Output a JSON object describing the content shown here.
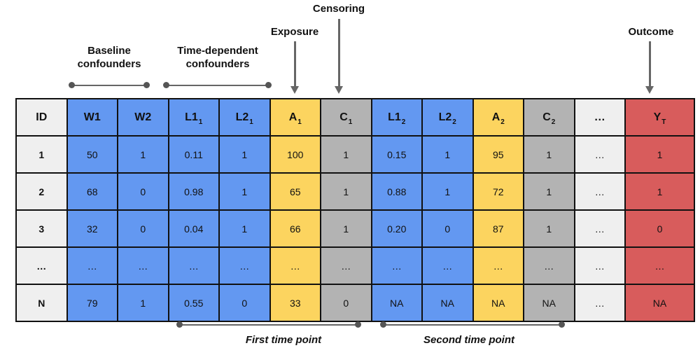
{
  "colors": {
    "blue": "#6398f1",
    "yellow": "#fcd45f",
    "gray": "#b3b3b3",
    "red": "#d85c5c",
    "light": "#efefef",
    "line_gray": "#666666",
    "dot_gray": "#555555",
    "border_black": "#111111"
  },
  "annotations": {
    "censoring": "Censoring",
    "exposure": "Exposure",
    "outcome": "Outcome",
    "baseline_confounders": "Baseline confounders",
    "time_dependent_confounders": "Time-dependent confounders",
    "first_time_point": "First time point",
    "second_time_point": "Second time point"
  },
  "table": {
    "columns": [
      {
        "base": "ID",
        "sub": "",
        "color": "light"
      },
      {
        "base": "W1",
        "sub": "",
        "color": "blue"
      },
      {
        "base": "W2",
        "sub": "",
        "color": "blue"
      },
      {
        "base": "L1",
        "sub": "1",
        "color": "blue"
      },
      {
        "base": "L2",
        "sub": "1",
        "color": "blue"
      },
      {
        "base": "A",
        "sub": "1",
        "color": "yellow"
      },
      {
        "base": "C",
        "sub": "1",
        "color": "gray"
      },
      {
        "base": "L1",
        "sub": "2",
        "color": "blue"
      },
      {
        "base": "L2",
        "sub": "2",
        "color": "blue"
      },
      {
        "base": "A",
        "sub": "2",
        "color": "yellow"
      },
      {
        "base": "C",
        "sub": "2",
        "color": "gray"
      },
      {
        "base": "…",
        "sub": "",
        "color": "light"
      },
      {
        "base": "Y",
        "sub": "T",
        "color": "red"
      }
    ],
    "rows": [
      {
        "cells": [
          "1",
          "50",
          "1",
          "0.11",
          "1",
          "100",
          "1",
          "0.15",
          "1",
          "95",
          "1",
          "…",
          "1"
        ]
      },
      {
        "cells": [
          "2",
          "68",
          "0",
          "0.98",
          "1",
          "65",
          "1",
          "0.88",
          "1",
          "72",
          "1",
          "…",
          "1"
        ]
      },
      {
        "cells": [
          "3",
          "32",
          "0",
          "0.04",
          "1",
          "66",
          "1",
          "0.20",
          "0",
          "87",
          "1",
          "…",
          "0"
        ]
      },
      {
        "cells": [
          "…",
          "…",
          "…",
          "…",
          "…",
          "…",
          "…",
          "…",
          "…",
          "…",
          "…",
          "…",
          "…"
        ]
      },
      {
        "cells": [
          "N",
          "79",
          "1",
          "0.55",
          "0",
          "33",
          "0",
          "NA",
          "NA",
          "NA",
          "NA",
          "…",
          "NA"
        ]
      }
    ]
  }
}
